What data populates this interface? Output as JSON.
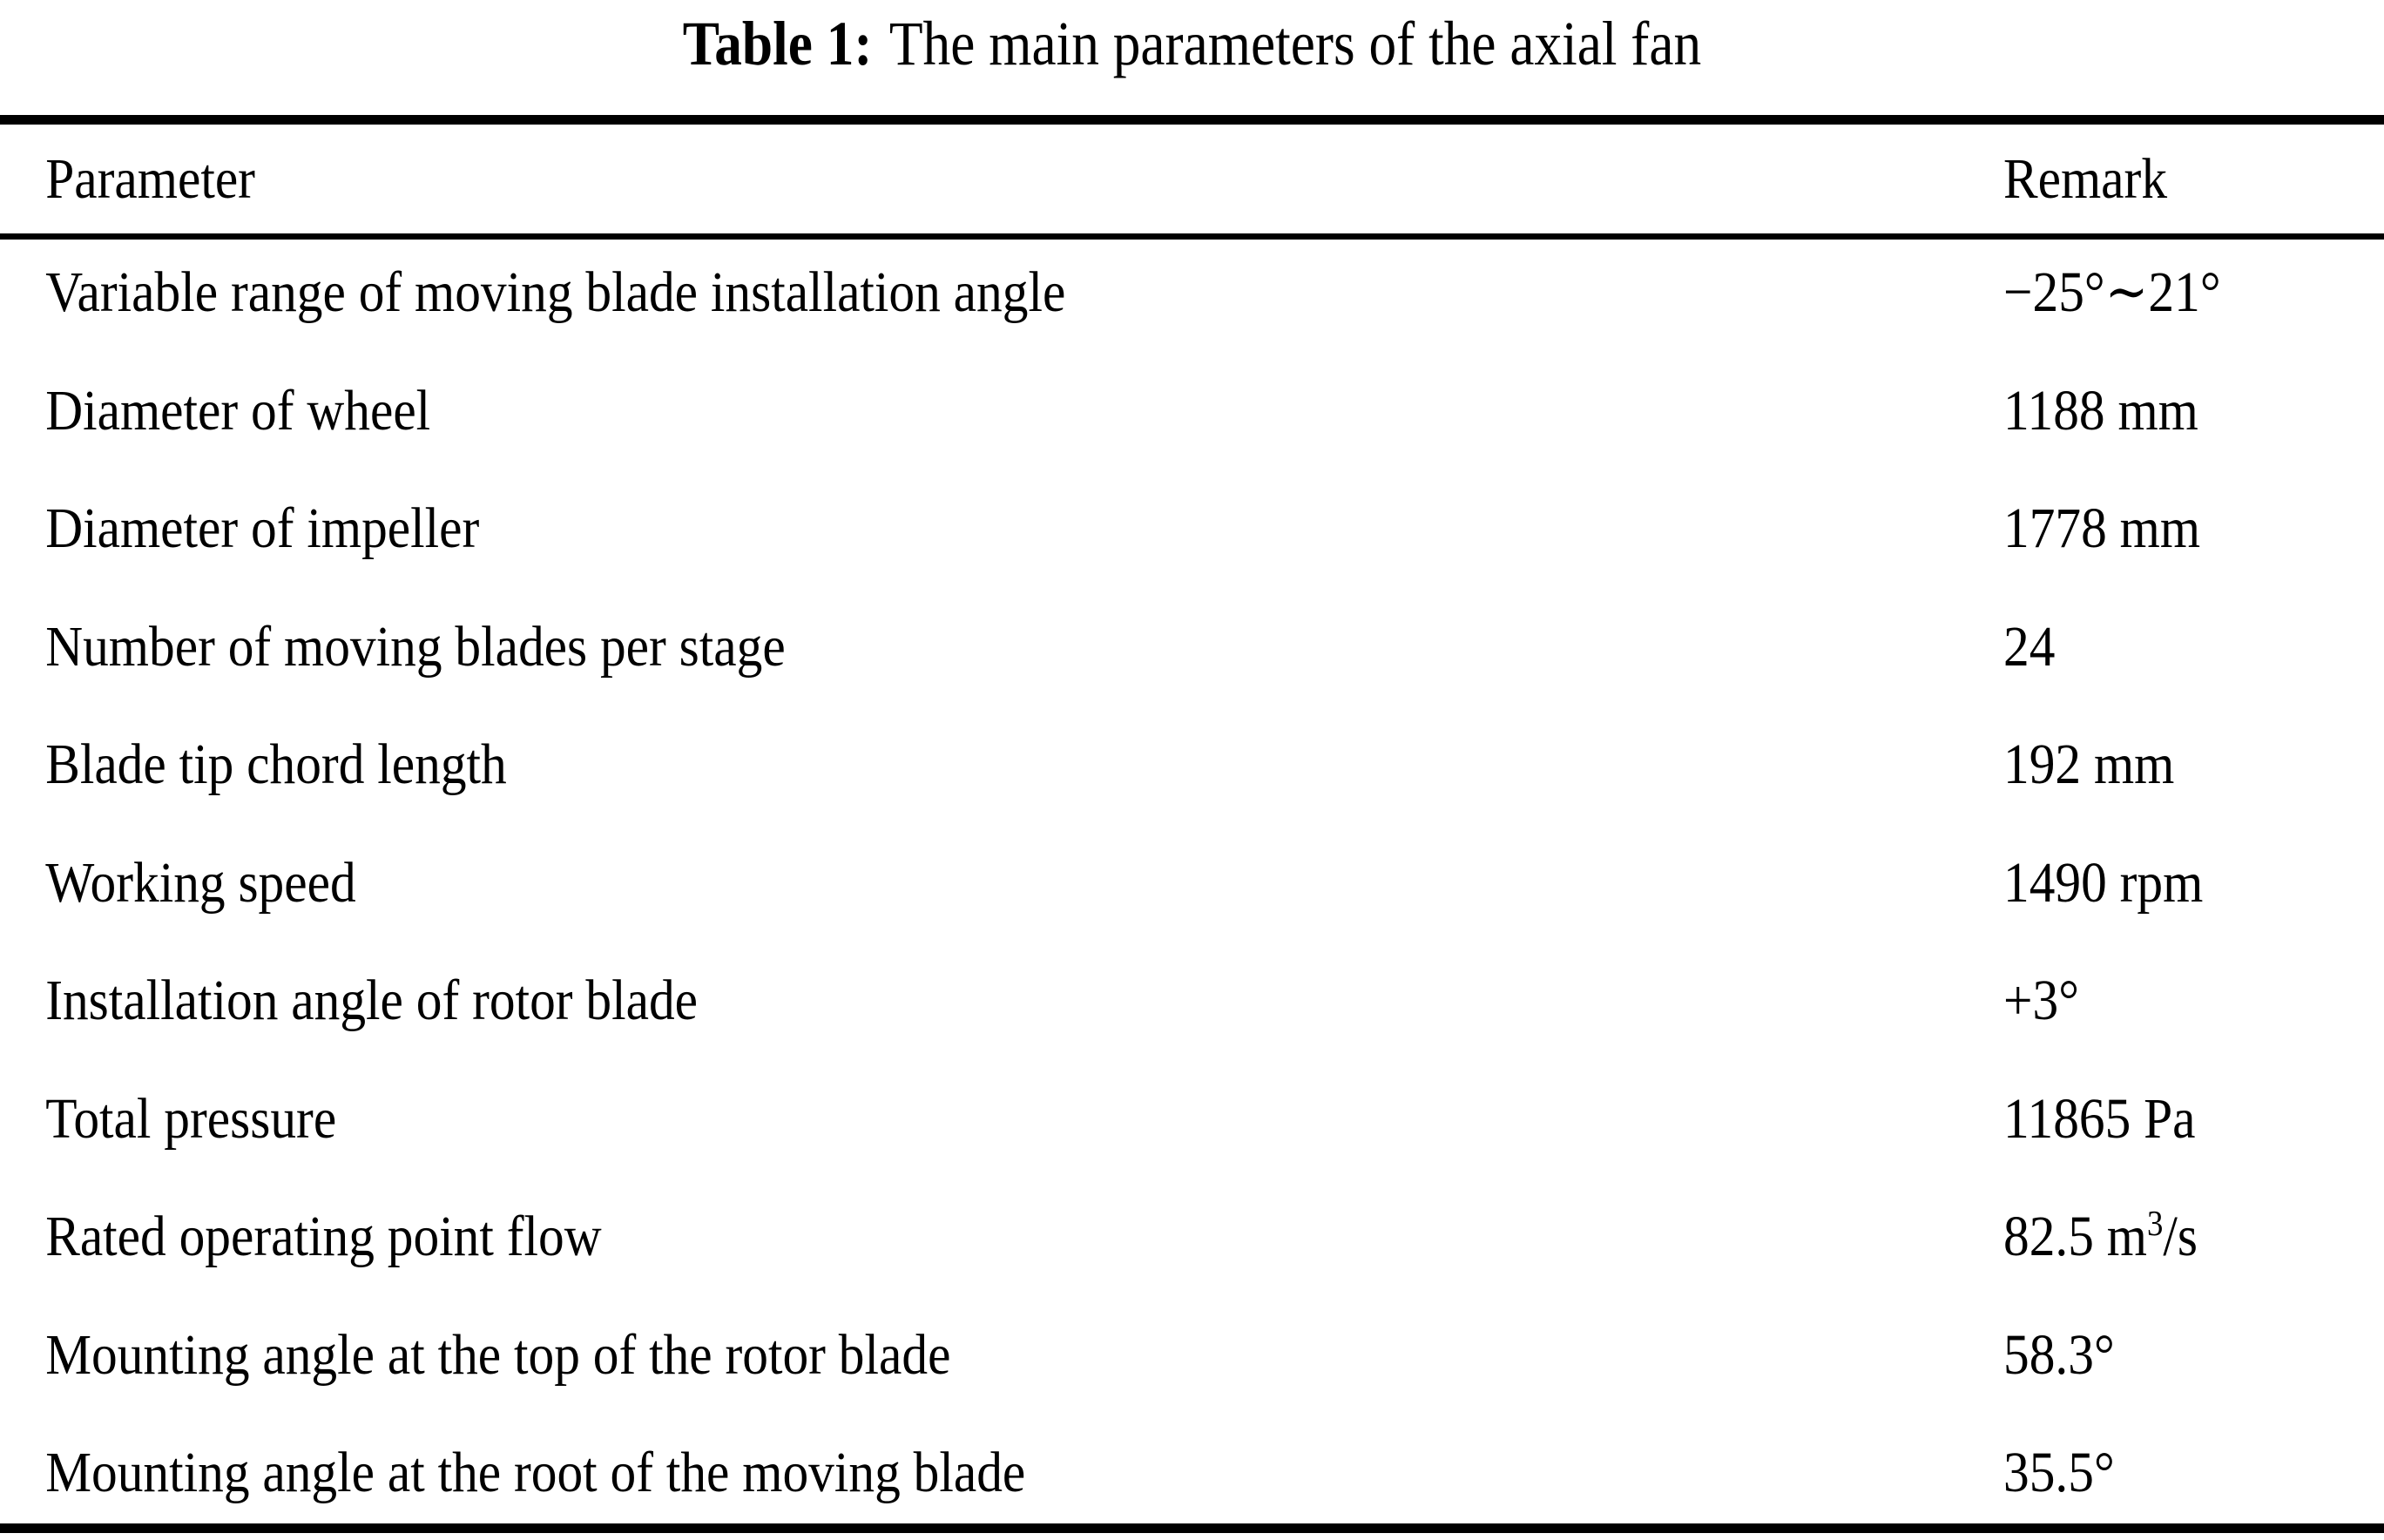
{
  "caption": {
    "label": "Table 1:",
    "text": "The main parameters of the axial fan"
  },
  "table": {
    "columns": [
      {
        "key": "parameter",
        "header": "Parameter"
      },
      {
        "key": "remark",
        "header": "Remark"
      }
    ],
    "rows": [
      {
        "parameter": "Variable range of moving blade installation angle",
        "remark": "−25°∼21°"
      },
      {
        "parameter": "Diameter of wheel",
        "remark": "1188 mm"
      },
      {
        "parameter": "Diameter of impeller",
        "remark": "1778 mm"
      },
      {
        "parameter": "Number of moving blades per stage",
        "remark": "24"
      },
      {
        "parameter": "Blade tip chord length",
        "remark": "192 mm"
      },
      {
        "parameter": "Working speed",
        "remark": "1490 rpm"
      },
      {
        "parameter": "Installation angle of rotor blade",
        "remark": "+3°"
      },
      {
        "parameter": "Total pressure",
        "remark": "11865 Pa"
      },
      {
        "parameter": "Rated operating point flow",
        "remark": "82.5 m",
        "remark_sup": "3",
        "remark_tail": "/s"
      },
      {
        "parameter": "Mounting angle at the top of the rotor blade",
        "remark": "58.3°"
      },
      {
        "parameter": "Mounting angle at the root of the moving blade",
        "remark": "35.5°"
      }
    ]
  },
  "colors": {
    "text": "#000000",
    "background": "#ffffff",
    "rule": "#000000"
  }
}
